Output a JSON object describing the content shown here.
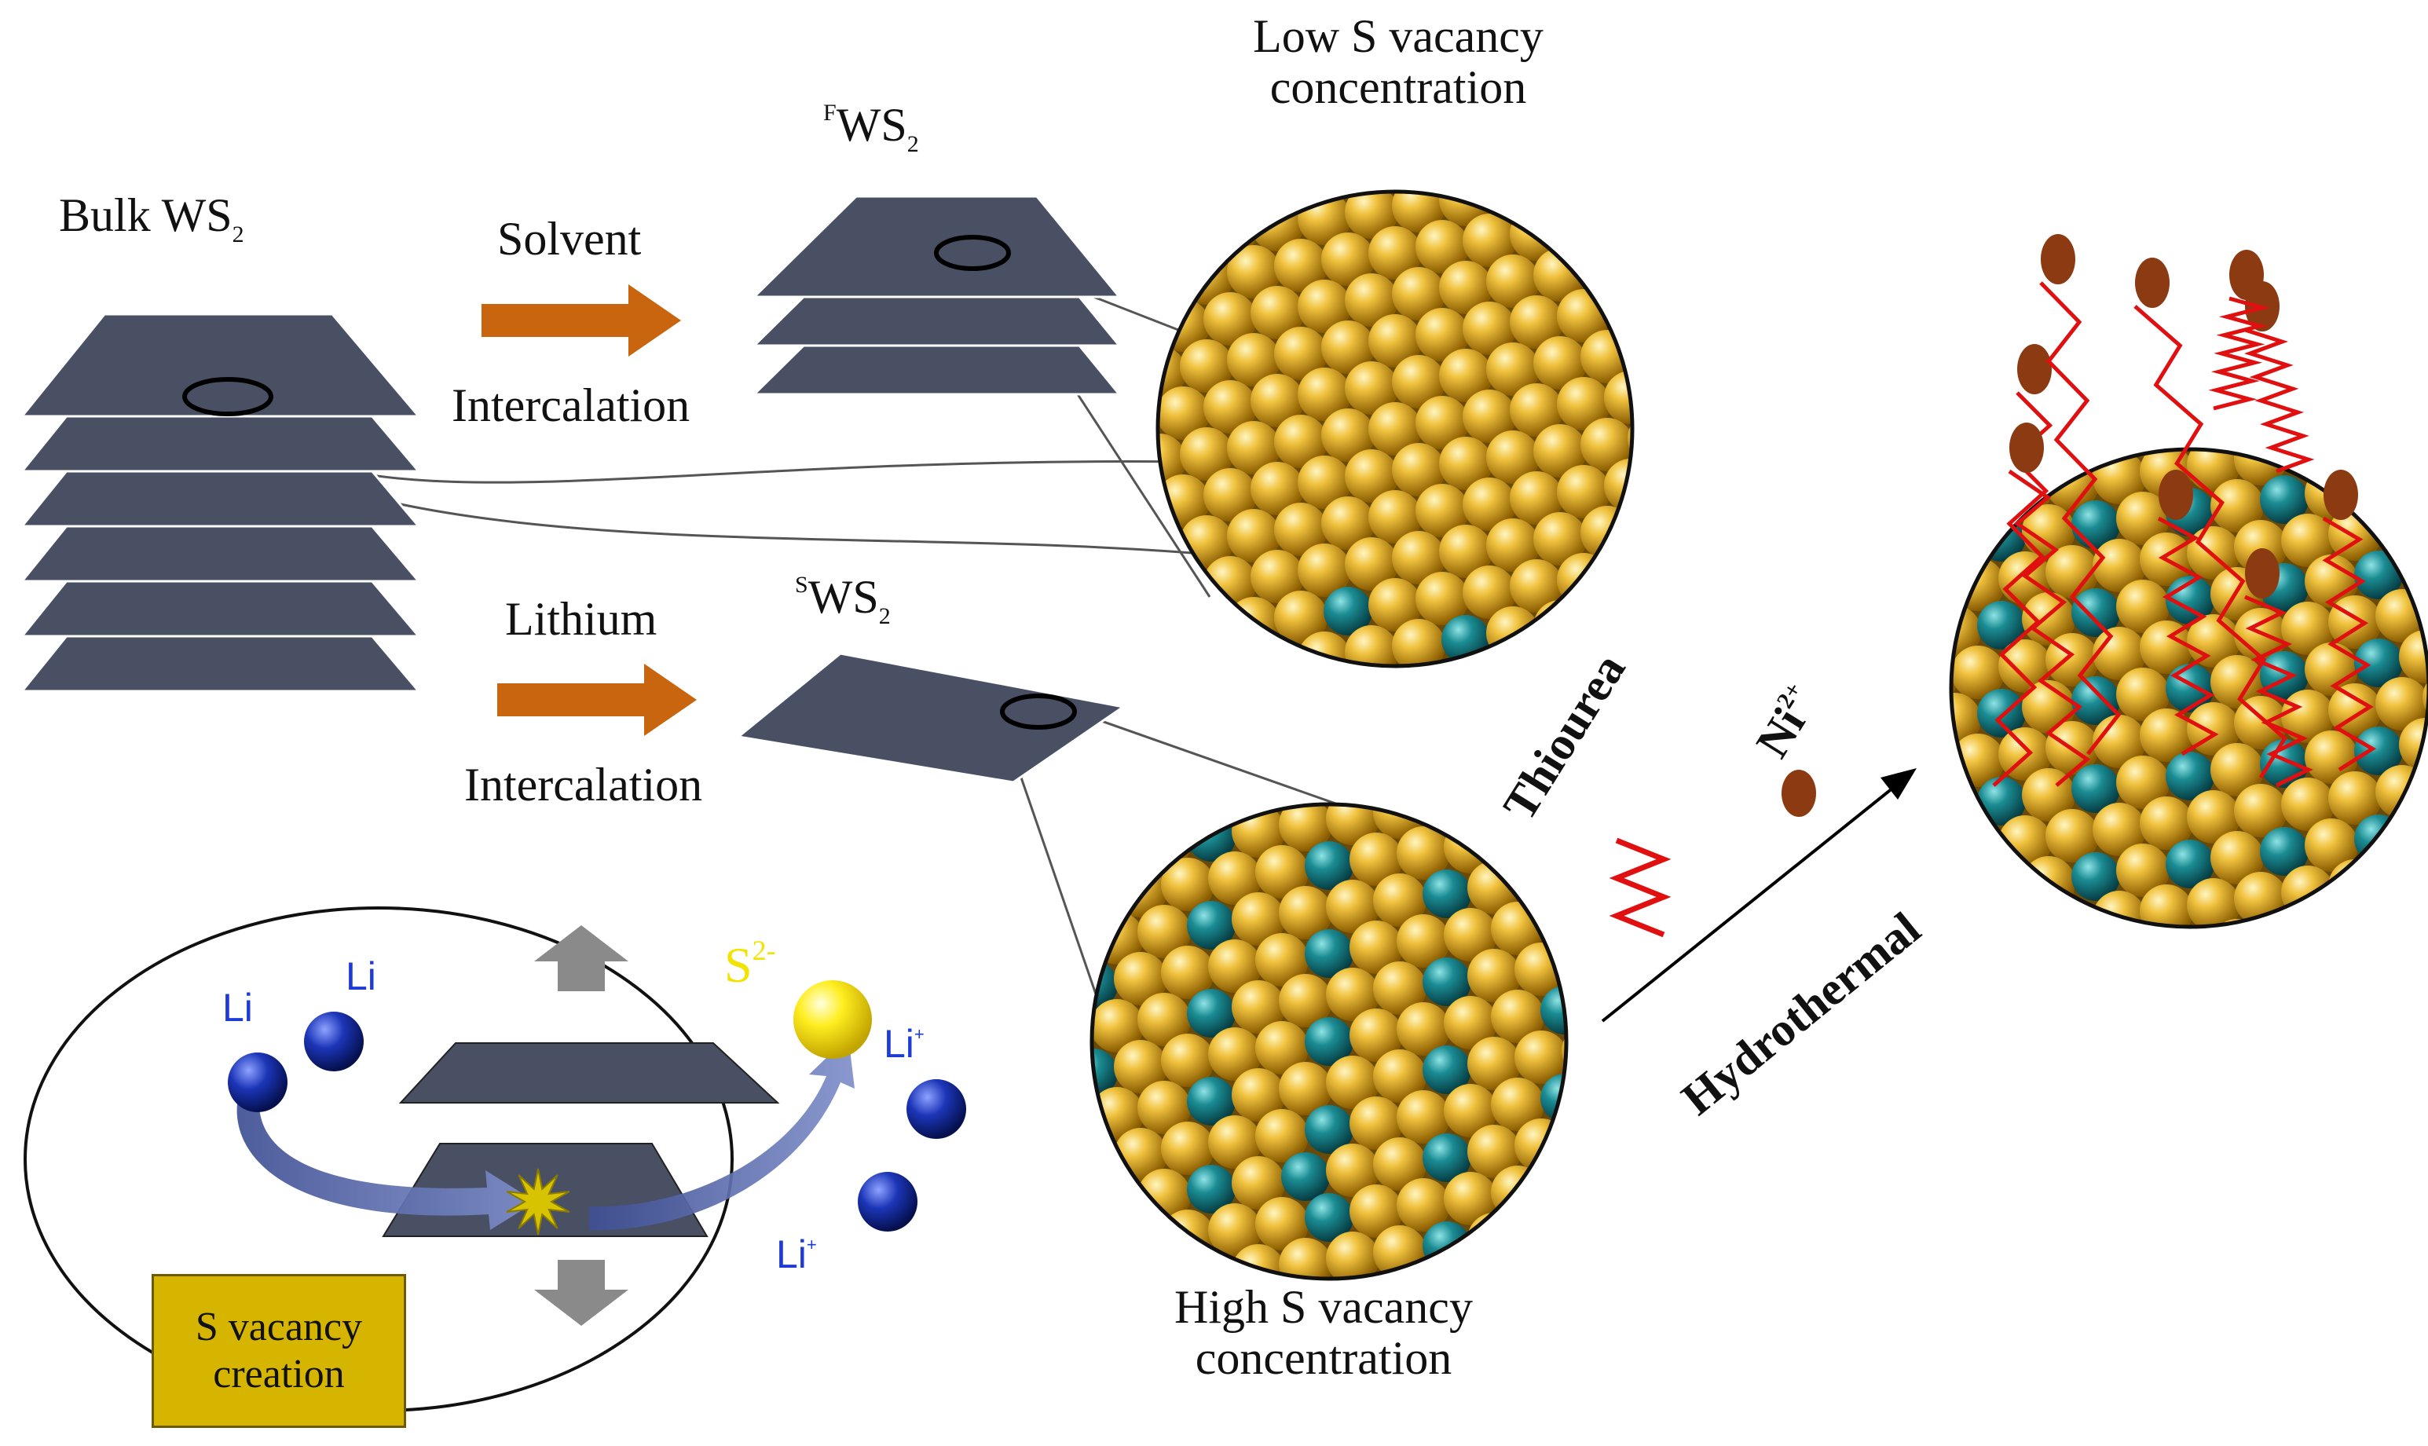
{
  "labels": {
    "bulk": "Bulk WS",
    "bulk_sub": "2",
    "solvent": "Solvent",
    "intercalation_top": "Intercalation",
    "lithium": "Lithium",
    "intercalation_bottom": "Intercalation",
    "fws2_sup": "F",
    "fws2_main": "WS",
    "fws2_sub": "2",
    "sws2_sup": "S",
    "sws2_main": "WS",
    "sws2_sub": "2",
    "low_line1": "Low S vacancy",
    "low_line2": "concentration",
    "high_line1": "High S vacancy",
    "high_line2": "concentration",
    "thiourea": "Thiourea",
    "ni_main": "Ni",
    "ni_sup": "2+",
    "hydrothermal": "Hydrothermal",
    "li1": "Li",
    "li2": "Li",
    "li_plus1": "Li",
    "li_plus1_sup": "+",
    "li_plus2": "Li",
    "li_plus2_sup": "+",
    "s2_main": "S",
    "s2_sup": "2-",
    "vacancy_line1": "S vacancy",
    "vacancy_line2": "creation"
  },
  "colors": {
    "sheet": "#4a5064",
    "process_arrow": "#c8650e",
    "gold_atom": "#e3ad2a",
    "teal_atom": "#1b7f86",
    "thiourea_wave": "#e01010",
    "ni_ion": "#8b3a12",
    "li_atom": "#1432a8",
    "sulfur_ion": "#ffe600",
    "vacancy_box": "#d5b500",
    "gray_arrow": "#8a8a8a"
  }
}
